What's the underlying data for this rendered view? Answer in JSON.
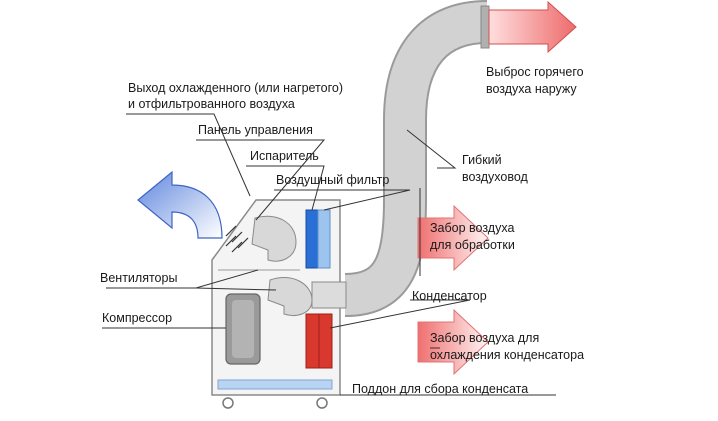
{
  "labels": {
    "hot_air_out": [
      "Выброс горячего",
      "воздуха наружу"
    ],
    "cooled_air_out": [
      "Выход охлажденного (или нагретого)",
      "и отфильтрованного воздуха"
    ],
    "control_panel": "Панель управления",
    "evaporator": "Испаритель",
    "air_filter": "Воздушный фильтр",
    "flexible_duct": [
      "Гибкий",
      "воздуховод"
    ],
    "air_intake_processing": [
      "Забор воздуха",
      "для обработки"
    ],
    "fans": "Вентиляторы",
    "condenser": "Конденсатор",
    "compressor": "Компрессор",
    "air_intake_condenser": [
      "Забор воздуха  для",
      "охлаждения конденсатора"
    ],
    "condensate_tray": "Поддон для сбора конденсата"
  },
  "colors": {
    "duct_fill": "#cfcfcf",
    "duct_stroke": "#9a9a9a",
    "unit_outline": "#8a8a8a",
    "unit_fill": "#f4f4f4",
    "evaporator_blue": "#2a6fd6",
    "filter_blue": "#9cc4ef",
    "condenser_red": "#d9382f",
    "intake_arrow_pink": "#f08a8a",
    "outflow_arrow_blue": "#6d8fe0",
    "tray_blue": "#b9d4f2",
    "leader_line": "#333333"
  }
}
